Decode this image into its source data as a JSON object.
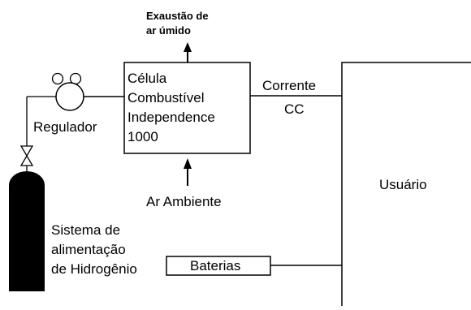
{
  "diagram": {
    "exhaust_label": [
      "Exaustão de",
      "ar úmido"
    ],
    "fuel_cell_label": [
      "Célula",
      "Combustível",
      "Independence",
      "1000"
    ],
    "current_label": [
      "Corrente",
      "CC"
    ],
    "user_label": "Usuário",
    "regulator_label": "Regulador",
    "air_label": "Ar Ambiente",
    "hydrogen_label": [
      "Sistema de",
      "alimentação",
      "de Hidrogênio"
    ],
    "batteries_label": "Baterias"
  }
}
